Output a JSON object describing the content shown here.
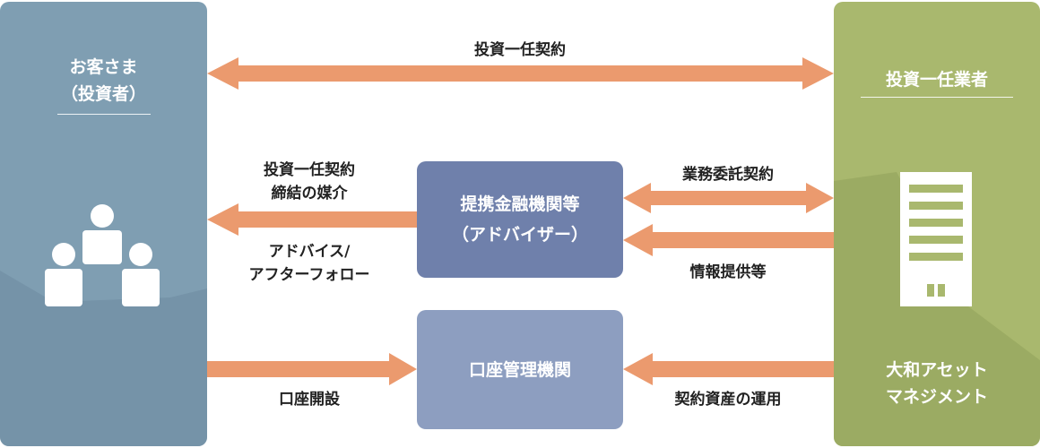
{
  "customer": {
    "title_line1": "お客さま",
    "title_line2": "（投資者）",
    "icon": "people-group-icon"
  },
  "manager": {
    "title": "投資一任業者",
    "name_line1": "大和アセット",
    "name_line2": "マネジメント",
    "icon": "building-icon"
  },
  "advisor": {
    "line1": "提携金融機関等",
    "line2": "（アドバイザー）"
  },
  "custodian": {
    "label": "口座管理機関"
  },
  "flows": {
    "discretionary_contract": "投資一任契約",
    "mediation_line1": "投資一任契約",
    "mediation_line2": "締結の媒介",
    "advice_line1": "アドバイス/",
    "advice_line2": "アフターフォロー",
    "outsourcing_contract": "業務委託契約",
    "info_provision": "情報提供等",
    "account_opening": "口座開設",
    "asset_management": "契約資産の運用"
  },
  "colors": {
    "customer_panel": "#7f9eb2",
    "manager_panel": "#a9b86e",
    "advisor_box": "#6f80ab",
    "custodian_box": "#8d9ec0",
    "arrow": "#eb9a6e"
  }
}
